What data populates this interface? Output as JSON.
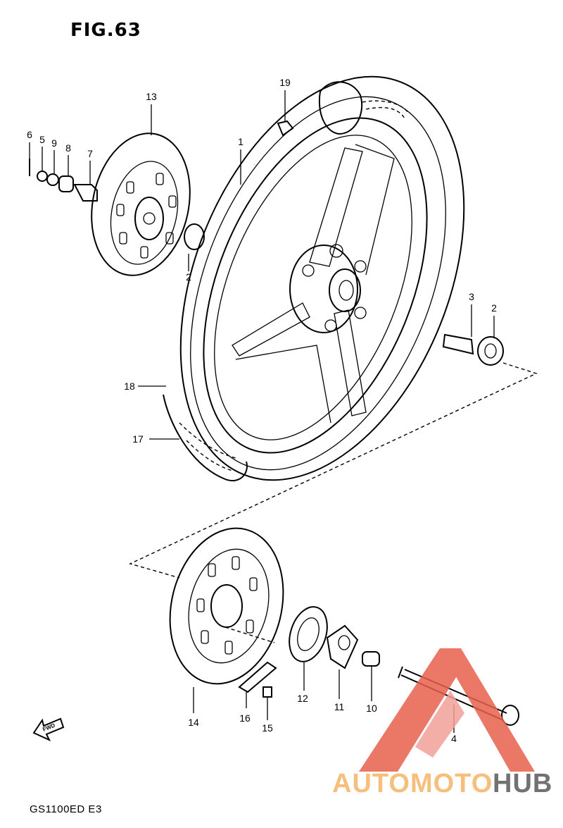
{
  "figure": {
    "title": "FIG.63",
    "model": "GS1100ED E3",
    "fwd_label": "FWD"
  },
  "callouts": [
    {
      "id": "c1",
      "label": "1"
    },
    {
      "id": "c2a",
      "label": "2"
    },
    {
      "id": "c2b",
      "label": "2"
    },
    {
      "id": "c3",
      "label": "3"
    },
    {
      "id": "c4",
      "label": "4"
    },
    {
      "id": "c5",
      "label": "5"
    },
    {
      "id": "c6",
      "label": "6"
    },
    {
      "id": "c7",
      "label": "7"
    },
    {
      "id": "c8",
      "label": "8"
    },
    {
      "id": "c9",
      "label": "9"
    },
    {
      "id": "c10",
      "label": "10"
    },
    {
      "id": "c11",
      "label": "11"
    },
    {
      "id": "c12",
      "label": "12"
    },
    {
      "id": "c13",
      "label": "13"
    },
    {
      "id": "c14",
      "label": "14"
    },
    {
      "id": "c15",
      "label": "15"
    },
    {
      "id": "c16",
      "label": "16"
    },
    {
      "id": "c17",
      "label": "17"
    },
    {
      "id": "c18",
      "label": "18"
    },
    {
      "id": "c19",
      "label": "19"
    }
  ],
  "watermark": {
    "part1": "AUTOMOTO",
    "part2": "HUB",
    "color_primary": "#e8604c",
    "color_secondary": "#f5b466",
    "color_dark": "#5a5a5a"
  }
}
